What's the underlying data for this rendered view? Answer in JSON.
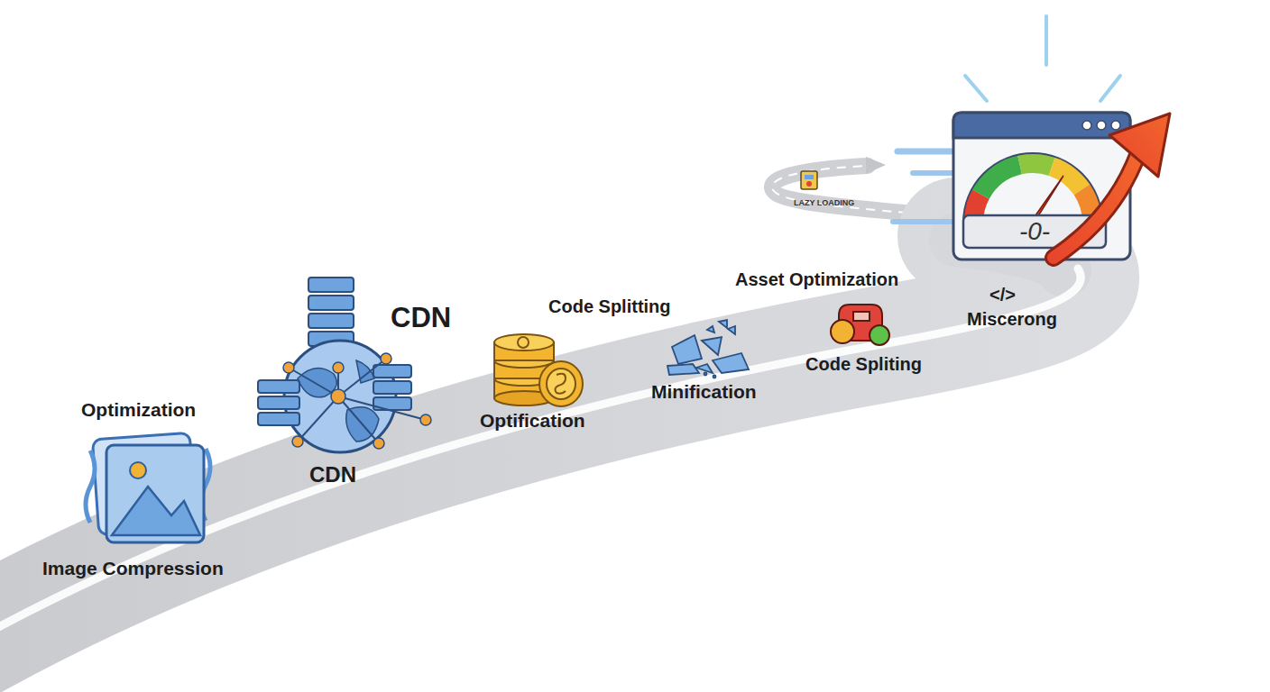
{
  "diagram": {
    "nodes": [
      {
        "text": [
          "-0-"
        ]
      }
    ],
    "labels": [
      "Optimization",
      "Image Compression",
      "CDN",
      "CDN",
      "Code Splitting",
      "Optification",
      "Minification",
      "Asset Optimization",
      "Code Spliting",
      "</>",
      "Miscerong",
      "LAZY LOADING"
    ]
  }
}
